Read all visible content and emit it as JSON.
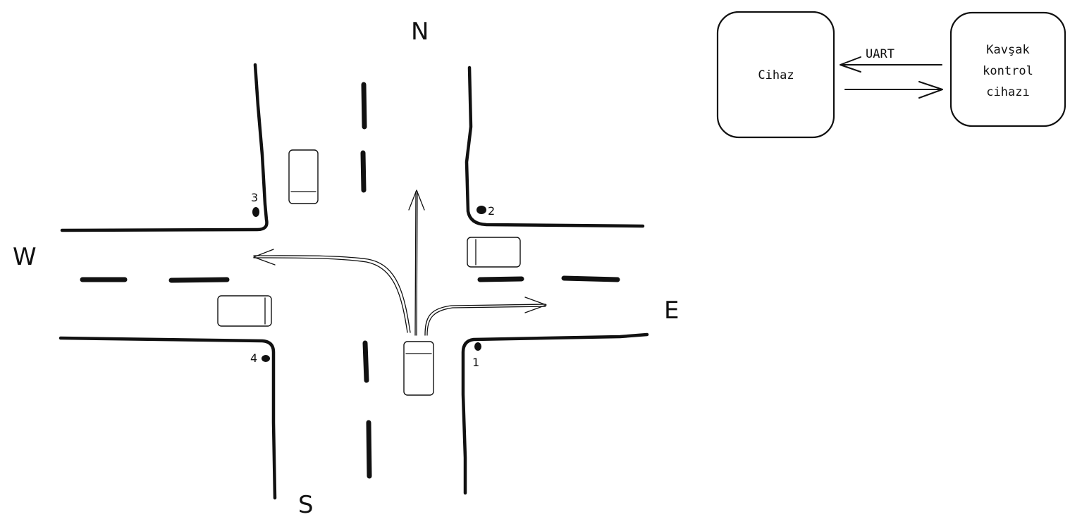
{
  "compass": {
    "north": "N",
    "south": "S",
    "east": "E",
    "west": "W"
  },
  "lights": [
    {
      "id": "1",
      "label": "1"
    },
    {
      "id": "2",
      "label": "2"
    },
    {
      "id": "3",
      "label": "3"
    },
    {
      "id": "4",
      "label": "4"
    }
  ],
  "block": {
    "device": "Cihaz",
    "controller_line1": "Kavşak",
    "controller_line2": "kontrol",
    "controller_line3": "cihazı",
    "link_label": "UART"
  }
}
